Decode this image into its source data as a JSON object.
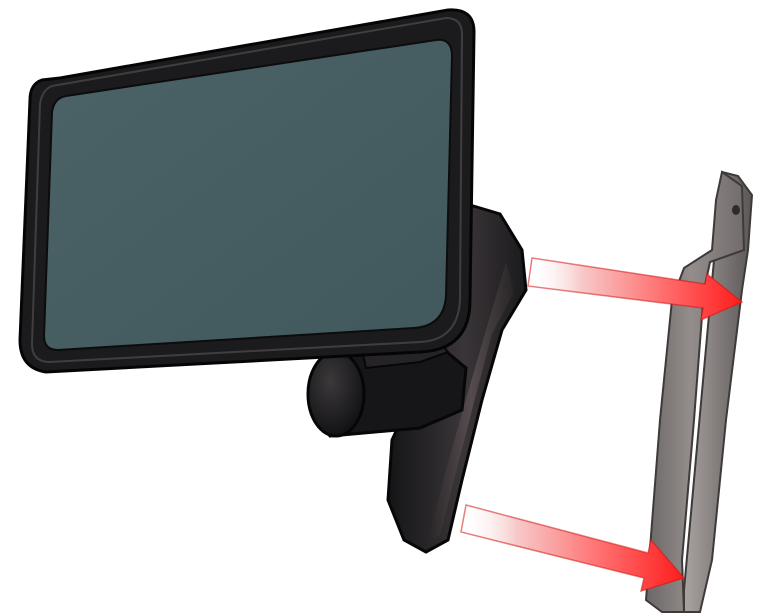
{
  "diagram": {
    "parts": [
      {
        "id": "mirror-head",
        "kind": "mirror"
      },
      {
        "id": "mirror-arm",
        "kind": "arm"
      },
      {
        "id": "mounting-plate",
        "kind": "plate"
      }
    ],
    "arrows": [
      {
        "id": "upper-arrow",
        "direction": "right"
      },
      {
        "id": "lower-arrow",
        "direction": "right"
      }
    ],
    "colors": {
      "background": "#ffffff",
      "housing": "#1b1b1d",
      "glass": "#465e62",
      "plate": "#85807f",
      "arrow": "#ff2a2a"
    }
  }
}
